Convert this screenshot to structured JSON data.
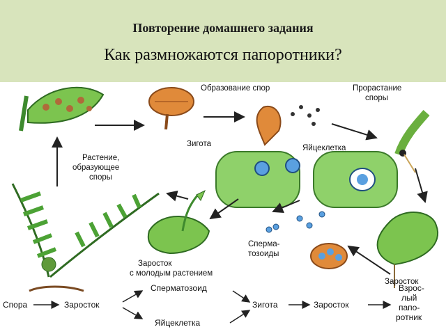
{
  "slide": {
    "title": "Повторение домашнего задания",
    "question": "Как размножаются папоротники?"
  },
  "labels": {
    "spore_formation": "Образование спор",
    "germination_1": "Прорастание",
    "germination_2": "споры",
    "zygote": "Зигота",
    "egg_cell": "Яйцеклетка",
    "plant_1": "Растение,",
    "plant_2": "образующее",
    "plant_3": "споры",
    "sperm_1": "Сперма-",
    "sperm_2": "тозоиды",
    "prothallus_young_1": "Заросток",
    "prothallus_young_2": "с молодым растением",
    "prothallus": "Заросток"
  },
  "flow": {
    "spore": "Спора",
    "prothallus": "Заросток",
    "spermatozoid": "Сперматозоид",
    "egg": "Яйцеклетка",
    "zygote": "Зигота",
    "prothallus2": "Заросток",
    "adult_1": "Взрос-",
    "adult_2": "лый",
    "adult_3": "папо-",
    "adult_4": "ротник"
  }
}
